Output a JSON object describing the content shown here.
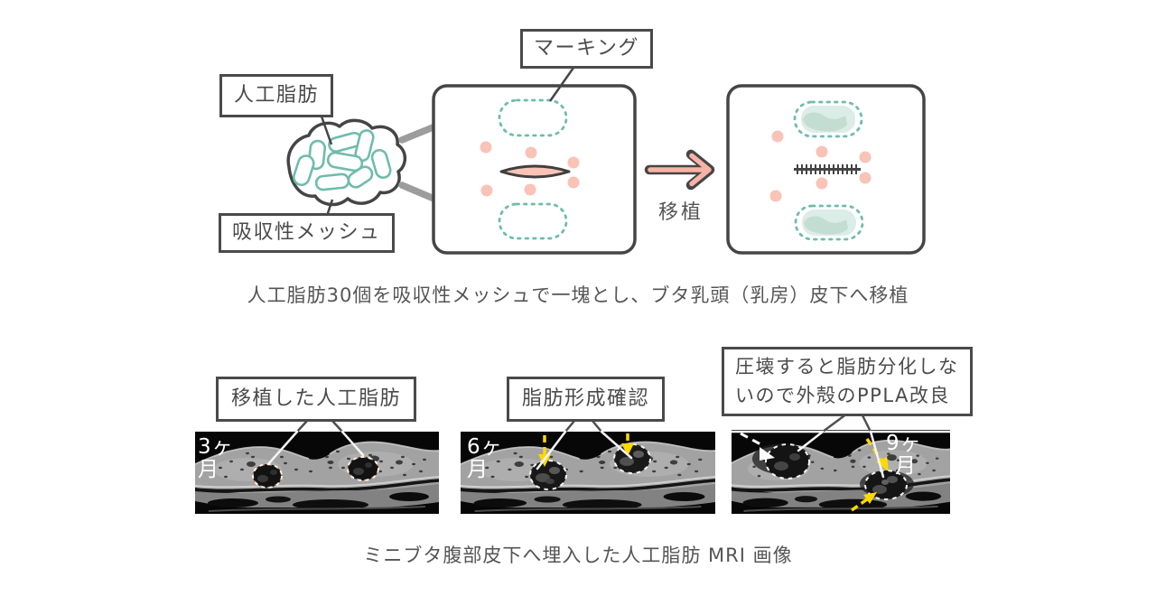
{
  "top": {
    "label_artificial_fat": "人工脂肪",
    "label_absorbable_mesh": "吸収性メッシュ",
    "label_marking": "マーキング",
    "label_transplant": "移植",
    "caption": "人工脂肪30個を吸収性メッシュで一塊とし、ブタ乳頭（乳房）皮下へ移植"
  },
  "bottom": {
    "label_transplanted_fat": "移植した人工脂肪",
    "label_fat_formation": "脂肪形成確認",
    "label_ppla_line1": "圧壊すると脂肪分化しな",
    "label_ppla_line2": "いので外殻のPPLA改良",
    "mri": [
      {
        "month_line1": "3ヶ",
        "month_line2": "月"
      },
      {
        "month_line1": "6ヶ",
        "month_line2": "月"
      },
      {
        "month_line1": "9ヶ",
        "month_line2": "月"
      }
    ],
    "caption": "ミニブタ腹部皮下へ埋入した人工脂肪 MRI 画像"
  },
  "colors": {
    "outline_dark": "#4a4a4a",
    "text_gray": "#555555",
    "teal": "#6fbcab",
    "teal_fill": "#dcece6",
    "teal_patch": "#c3ddd3",
    "pink": "#f7b3a6",
    "pink_fill": "#f9c3b7",
    "arrow_gray": "#9c9c9c",
    "marker_yellow": "#ffd900",
    "mri_marker_white": "#f4f4f4",
    "mri_marker_orange": "#dd9a55"
  }
}
